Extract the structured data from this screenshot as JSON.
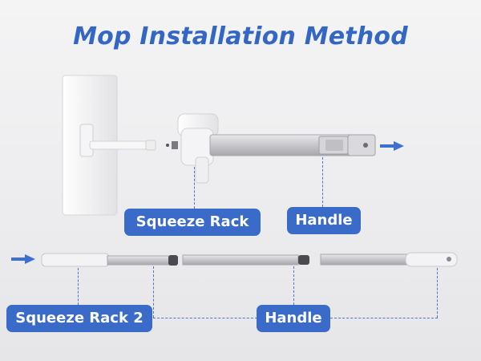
{
  "title": "Mop Installation Method",
  "labels": {
    "squeeze_rack": "Squeeze Rack",
    "handle_top": "Handle",
    "squeeze_rack_2": "Squeeze Rack 2",
    "handle_bottom": "Handle"
  },
  "colors": {
    "title": "#3466c4",
    "label_bg": "#3a6bc9",
    "dash": "#4a78d0",
    "arrow": "#3d6fd0"
  }
}
